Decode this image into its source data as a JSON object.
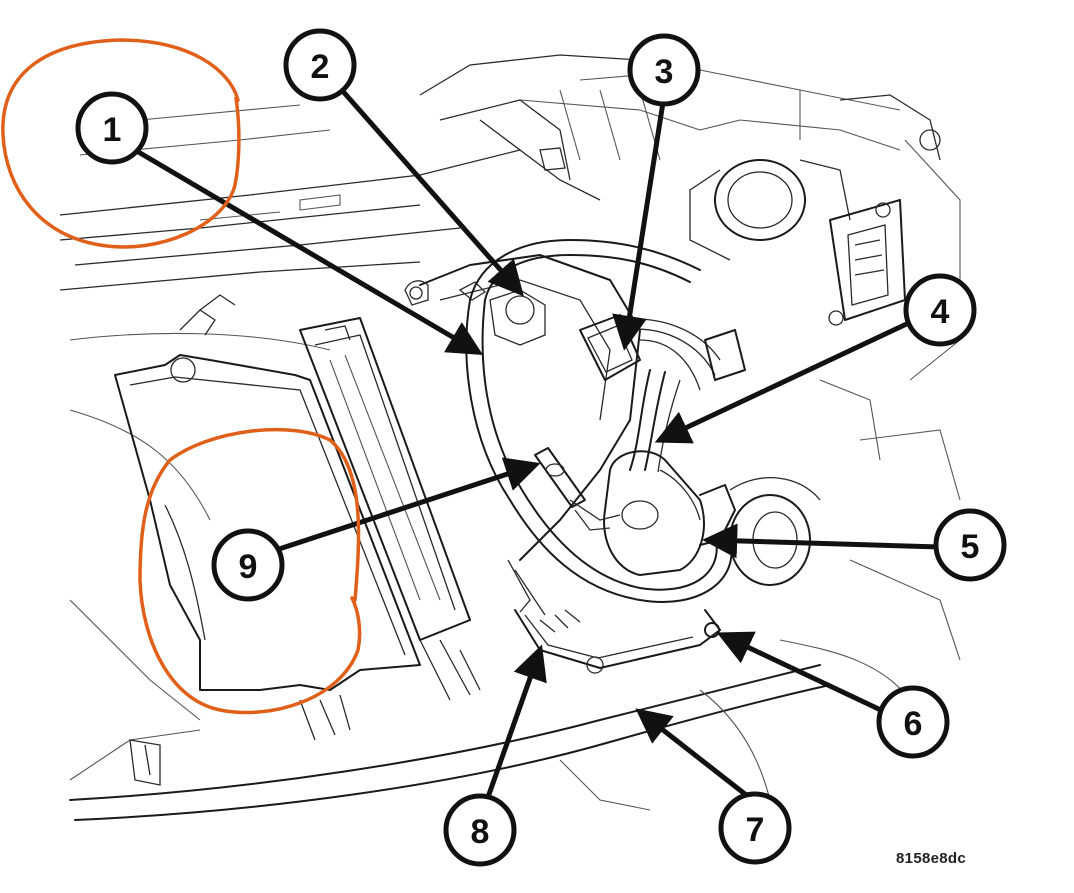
{
  "figure_id": "8158e8dc",
  "callouts": [
    {
      "number": "1"
    },
    {
      "number": "2"
    },
    {
      "number": "3"
    },
    {
      "number": "4"
    },
    {
      "number": "5"
    },
    {
      "number": "6"
    },
    {
      "number": "7"
    },
    {
      "number": "8"
    },
    {
      "number": "9"
    }
  ],
  "colors": {
    "linework": "#1a1a1a",
    "annotation_markup": "#e0601a",
    "background": "#ffffff"
  }
}
